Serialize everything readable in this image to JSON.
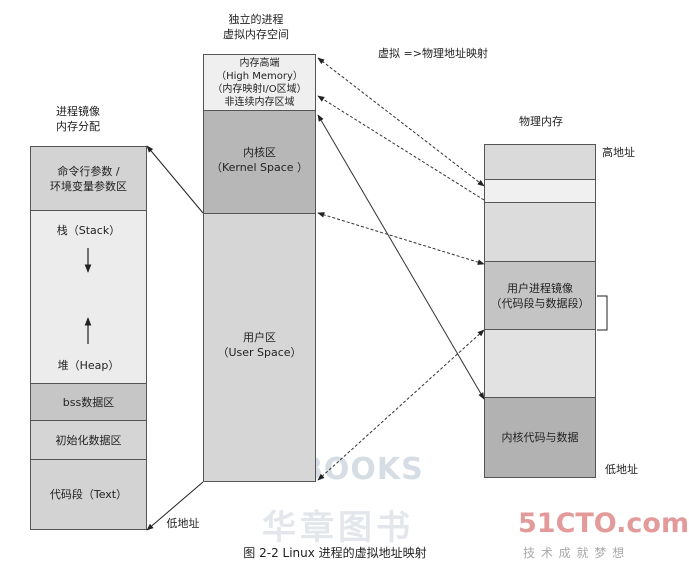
{
  "titles": {
    "virtual": [
      "独立的进程",
      "虚拟内存空间"
    ],
    "process": [
      "进程镜像",
      "内存分配"
    ],
    "physical": "物理内存",
    "mapping": "虚拟 =>物理地址映射"
  },
  "virtual_space": {
    "high_memory": [
      "内存高端",
      "（High Memory）",
      "（内存映射I/O区域）",
      "非连续内存区域"
    ],
    "kernel": [
      "内核区",
      "（Kernel Space ）"
    ],
    "user": [
      "用户区",
      "（User Space）"
    ]
  },
  "process_image": {
    "cmdline": [
      "命令行参数 /",
      "环境变量参数区"
    ],
    "stack": "栈（Stack）",
    "heap": "堆（Heap）",
    "bss": "bss数据区",
    "data": "初始化数据区",
    "text": "代码段（Text）",
    "low_addr": "低地址"
  },
  "physical_memory": {
    "high_addr": "高地址",
    "low_addr": "低地址",
    "user_image": [
      "用户进程镜像",
      "（代码段与数据段）"
    ],
    "kernel": "内核代码与数据"
  },
  "caption": "图 2-2   Linux 进程的虚拟地址映射",
  "watermark": {
    "books": "BOOKS",
    "publisher": "华章图书",
    "site": "51CTO.com",
    "site_sub": "技 术 成 就 梦 想"
  },
  "colors": {
    "gray_dark": "#b4b4b4",
    "gray_mid": "#c8c8c8",
    "gray_light": "#dcdcdc",
    "gray_pale": "#ececec",
    "site_red": "#e39a9a"
  }
}
